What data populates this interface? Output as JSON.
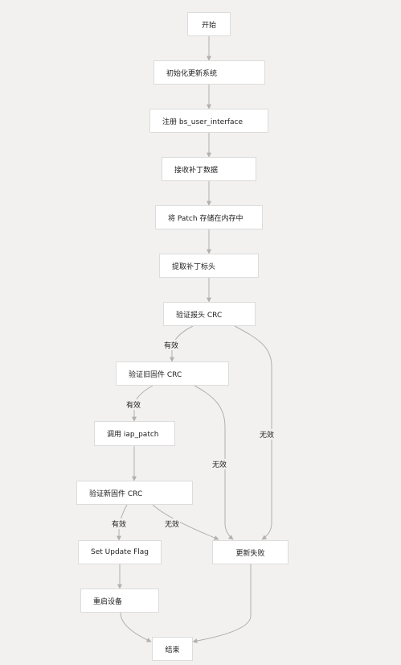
{
  "nodes": {
    "start": "开始",
    "init": "初始化更新系统",
    "register": "注册 bs_user_interface",
    "receive": "接收补丁数据",
    "store": "将 Patch 存储在内存中",
    "extract": "提取补丁标头",
    "verify_header": "验证报头 CRC",
    "verify_old": "验证旧固件 CRC",
    "call_patch": "调用 iap_patch",
    "verify_new": "验证新固件 CRC",
    "set_flag": "Set Update Flag",
    "fail": "更新失败",
    "reboot": "重启设备",
    "end": "结束"
  },
  "edge_labels": {
    "valid_header": "有效",
    "invalid_header": "无效",
    "valid_old": "有效",
    "invalid_old": "无效",
    "valid_new": "有效",
    "invalid_new": "无效"
  },
  "colors": {
    "background": "#f2f1f0",
    "node_fill": "#ffffff",
    "node_border": "#dcdcdc",
    "edge": "#b0b0b0",
    "text": "#222222"
  }
}
